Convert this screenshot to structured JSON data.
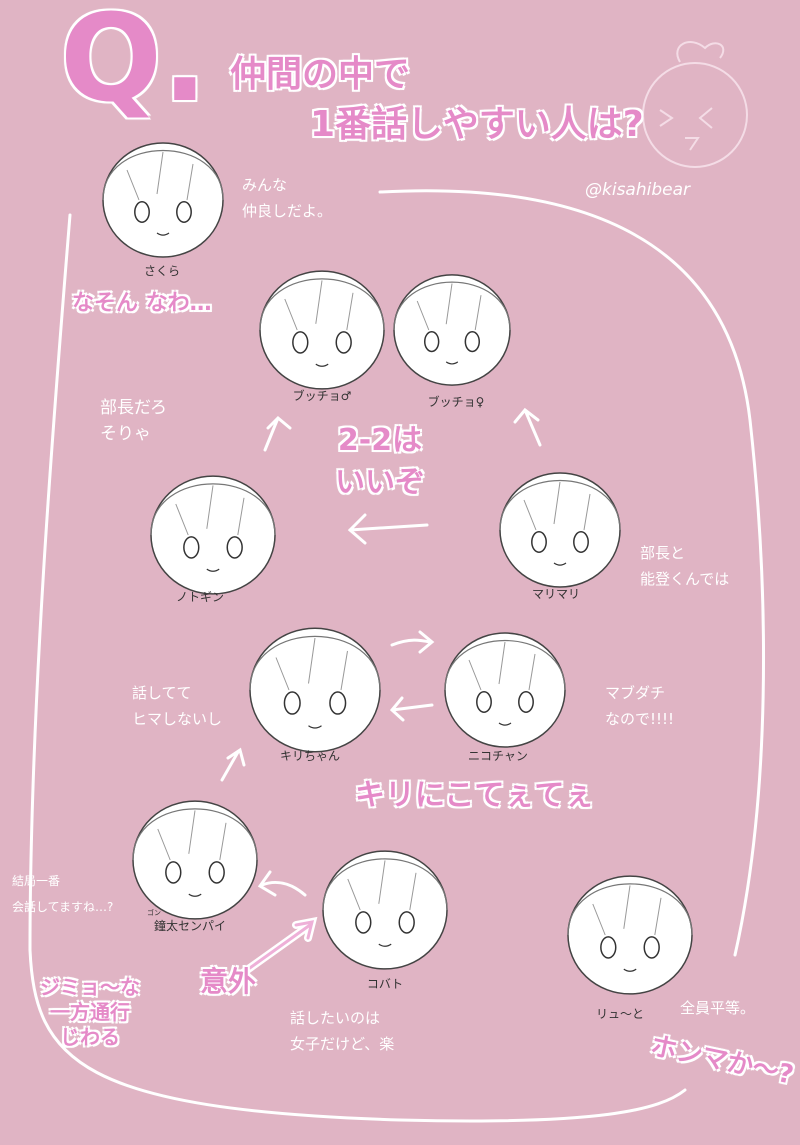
{
  "title": {
    "q_mark": "Q.",
    "line1": "仲間の中で",
    "line2": "1番話しやすい人は?"
  },
  "artist_handle": "@kisahibear",
  "characters": [
    {
      "name": "さくら",
      "comment": "みんな\n仲良しだよ。"
    },
    {
      "name": "ブッチョ♂"
    },
    {
      "name": "ブッチョ♀"
    },
    {
      "name": "ノトギン"
    },
    {
      "name": "マリマリ",
      "comment": "部長と\n能登くんでは"
    },
    {
      "name": "キリちゃん",
      "comment": "話してて\nヒマしないし"
    },
    {
      "name": "ニコチャン",
      "comment": "マブダチ\nなので!!!!"
    },
    {
      "name": "鐘太センパイ",
      "ruby": "ゴン",
      "comment": "結局一番\n会話してますね…?"
    },
    {
      "name": "コバト",
      "comment": "話したいのは\n女子だけど、楽"
    },
    {
      "name": "リュ〜と",
      "comment": "全員平等。"
    }
  ],
  "notes": {
    "buccho_note": "部長だろ\nそりゃ",
    "pink_sakura": "なそん なわ…",
    "pink_22": "2-2は\nいいぞ",
    "pink_kiriniko": "キリにこてぇてぇ",
    "pink_igai": "意外",
    "pink_oneway": "ジミョ〜な\n一方通行\nじわる",
    "pink_honma": "ホンマか〜?"
  },
  "colors": {
    "background": "#e0b4c4",
    "accent": "#e58ac8",
    "line": "#ffffff"
  }
}
